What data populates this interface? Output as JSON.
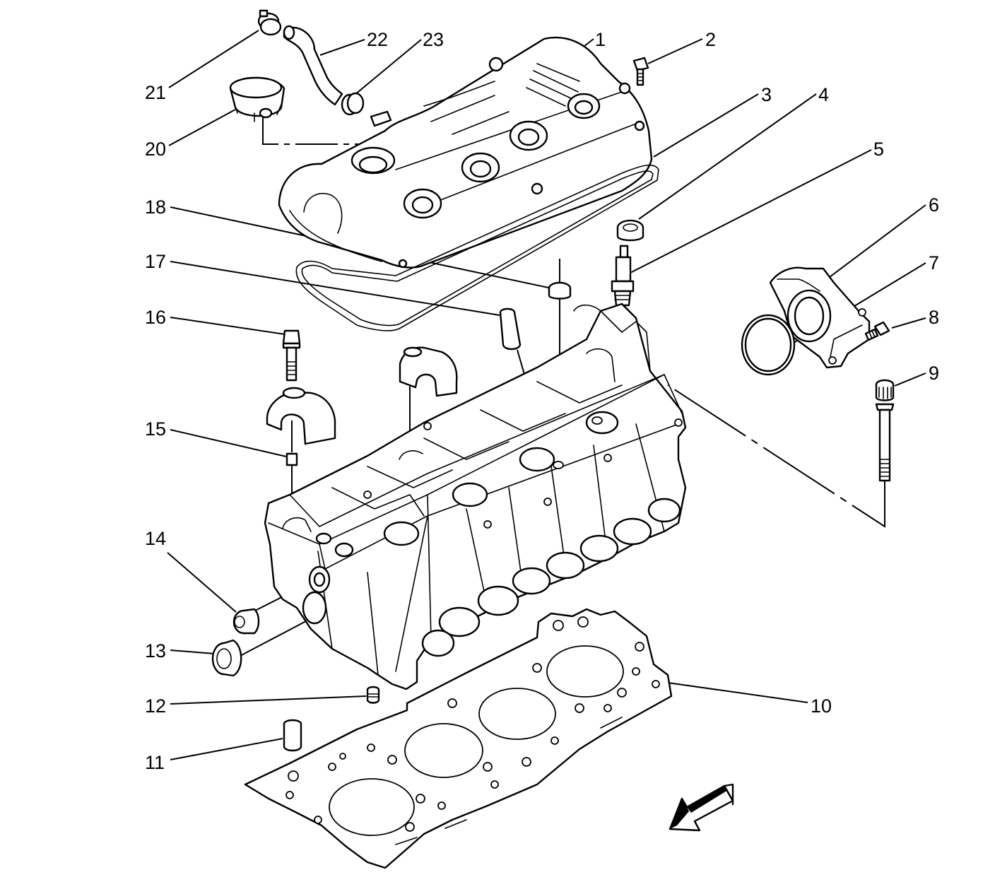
{
  "callouts": {
    "c1": "1",
    "c2": "2",
    "c3": "3",
    "c4": "4",
    "c5": "5",
    "c6": "6",
    "c7": "7",
    "c8": "8",
    "c9": "9",
    "c10": "10",
    "c11": "11",
    "c12": "12",
    "c13": "13",
    "c14": "14",
    "c15": "15",
    "c16": "16",
    "c17": "17",
    "c18": "18",
    "c20": "20",
    "c21": "21",
    "c22": "22",
    "c23": "23"
  }
}
